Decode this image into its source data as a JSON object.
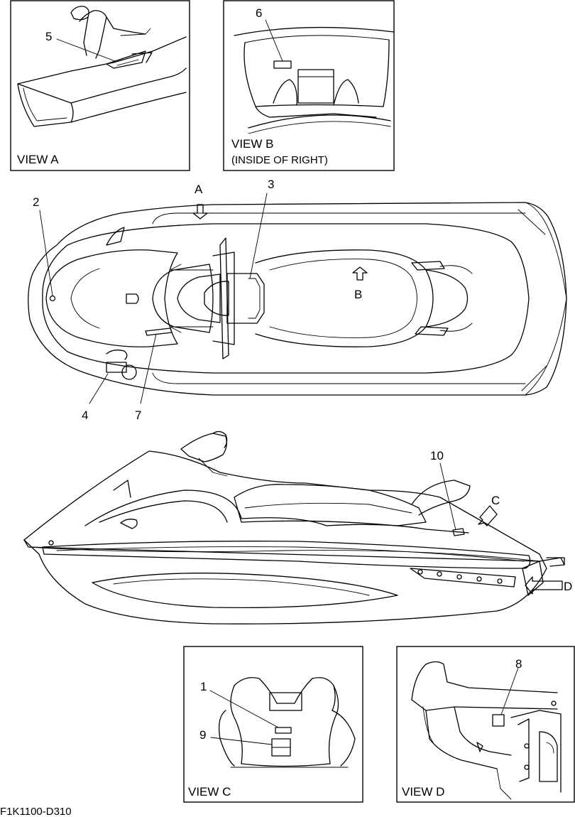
{
  "views": {
    "a": {
      "caption": "VIEW A"
    },
    "b": {
      "caption": "VIEW B",
      "subcaption": "(INSIDE OF RIGHT)"
    },
    "c": {
      "caption": "VIEW C"
    },
    "d": {
      "caption": "VIEW D"
    }
  },
  "callouts": {
    "n1": "1",
    "n2": "2",
    "n3": "3",
    "n4": "4",
    "n5": "5",
    "n6": "6",
    "n7": "7",
    "n8": "8",
    "n9": "9",
    "n10": "10"
  },
  "view_arrows": {
    "a": "A",
    "b": "B",
    "c": "C",
    "d": "D"
  },
  "drawing_code": "F1K1100-D310"
}
